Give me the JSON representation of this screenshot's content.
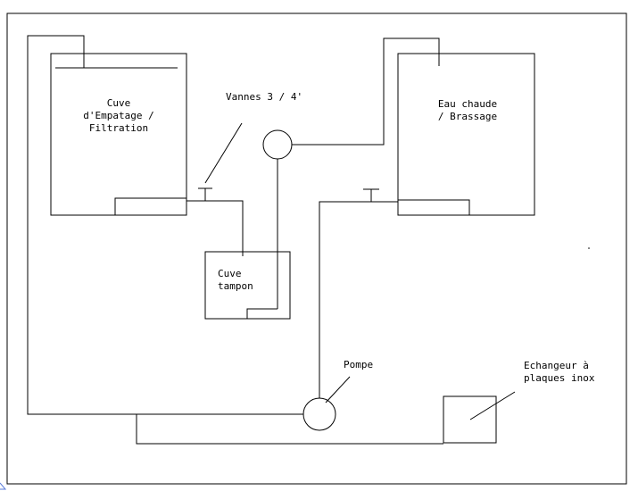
{
  "labels": {
    "mash_tank": [
      "Cuve",
      "d'Empatage /",
      "Filtration"
    ],
    "valves": "Vannes 3 / 4'",
    "hot_water": [
      "Eau chaude",
      "/ Brassage"
    ],
    "buffer_tank": [
      "Cuve",
      "tampon"
    ],
    "pump": "Pompe",
    "exchanger": [
      "Echangeur à",
      "plaques inox"
    ]
  }
}
